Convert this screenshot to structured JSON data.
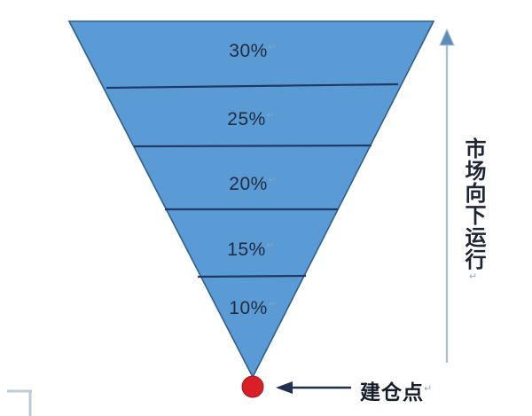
{
  "chart_data": {
    "type": "bar",
    "title": "",
    "subtitle": "",
    "xlabel": "",
    "ylabel": "市场向下运行",
    "orientation": "inverted-triangle-funnel",
    "categories": [
      "30%",
      "25%",
      "20%",
      "15%",
      "10%"
    ],
    "values": [
      30,
      25,
      20,
      15,
      10
    ],
    "unit": "%",
    "grid": false,
    "legend": false,
    "annotations": [
      {
        "name": "entry-point",
        "text": "建仓点",
        "target": "apex-dot"
      },
      {
        "name": "direction-axis",
        "text": "市场向下运行",
        "direction": "up-arrow"
      }
    ]
  },
  "funnel": {
    "segments": [
      {
        "label": "30%",
        "value": 30
      },
      {
        "label": "25%",
        "value": 25
      },
      {
        "label": "20%",
        "value": 20
      },
      {
        "label": "15%",
        "value": 15
      },
      {
        "label": "10%",
        "value": 10
      }
    ],
    "pilcrow": "↵"
  },
  "axis": {
    "caption": "市场向下运行",
    "pilcrow": "↵"
  },
  "callout": {
    "label": "建仓点",
    "pilcrow": "↵"
  },
  "colors": {
    "funnel_fill": "#5B9BD5",
    "funnel_stroke": "#2E5E8E",
    "divider": "#1F3864",
    "dot": "#D91F26",
    "dot_stroke": "#9E1B1E",
    "arrow": "#1F3050",
    "axis_line": "#A8C0D8",
    "corner_mark": "#BFCBD4",
    "text": "#1C2536",
    "background": "#FFFFFF"
  }
}
